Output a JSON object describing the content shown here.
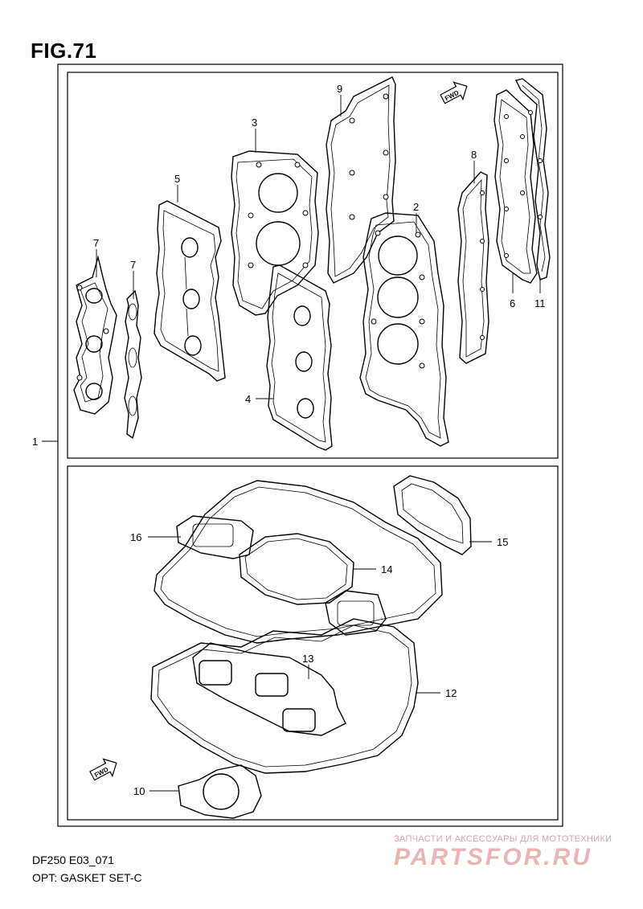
{
  "figure": {
    "title": "FIG.71",
    "model_code": "DF250 E03_071",
    "option_label": "OPT: GASKET SET-C"
  },
  "fwd_labels": {
    "top": "FWD",
    "bottom": "FWD"
  },
  "callouts": [
    {
      "id": "c1",
      "label": "1"
    },
    {
      "id": "c2",
      "label": "2"
    },
    {
      "id": "c3",
      "label": "3"
    },
    {
      "id": "c4",
      "label": "4"
    },
    {
      "id": "c5",
      "label": "5"
    },
    {
      "id": "c6",
      "label": "6"
    },
    {
      "id": "c7a",
      "label": "7"
    },
    {
      "id": "c7b",
      "label": "7"
    },
    {
      "id": "c8",
      "label": "8"
    },
    {
      "id": "c9",
      "label": "9"
    },
    {
      "id": "c10",
      "label": "10"
    },
    {
      "id": "c11",
      "label": "11"
    },
    {
      "id": "c12",
      "label": "12"
    },
    {
      "id": "c13",
      "label": "13"
    },
    {
      "id": "c14",
      "label": "14"
    },
    {
      "id": "c15",
      "label": "15"
    },
    {
      "id": "c16",
      "label": "16"
    }
  ],
  "watermark": {
    "tagline": "ЗАПЧАСТИ И АКСЕССУАРЫ ДЛЯ МОТОТЕХНИКИ",
    "logo_text": "PARTSFOR.RU"
  }
}
